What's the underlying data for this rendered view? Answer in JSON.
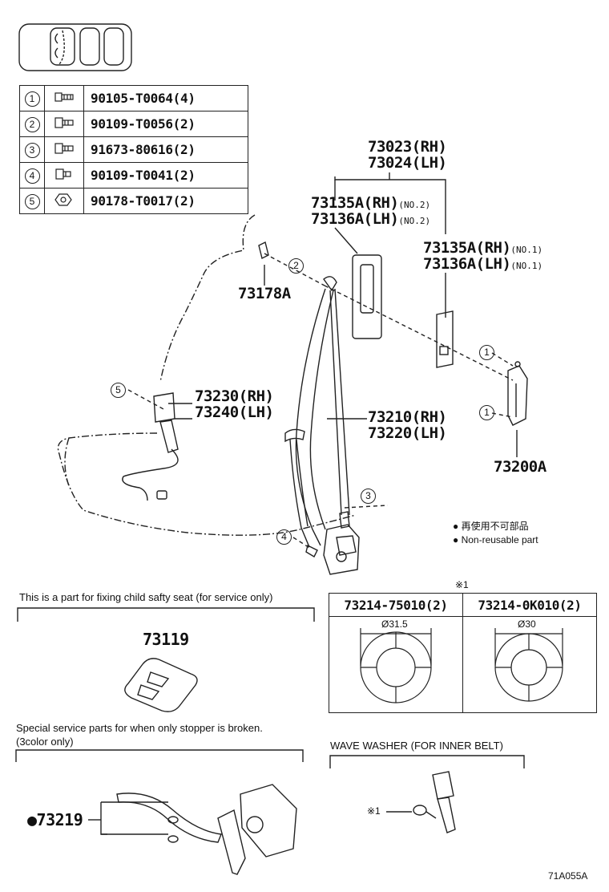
{
  "bolt_table": [
    {
      "num": "1",
      "part": "90105-T0064(4)",
      "icon": "flange-bolt-icon"
    },
    {
      "num": "2",
      "part": "90109-T0056(2)",
      "icon": "bolt-icon"
    },
    {
      "num": "3",
      "part": "91673-80616(2)",
      "icon": "bolt-icon"
    },
    {
      "num": "4",
      "part": "90109-T0041(2)",
      "icon": "short-bolt-icon"
    },
    {
      "num": "5",
      "part": "90178-T0017(2)",
      "icon": "nut-icon"
    }
  ],
  "parts": {
    "p73023": "73023(RH)",
    "p73024": "73024(LH)",
    "p73135a_no2": "73135A(RH)",
    "p73136a_no2": "73136A(LH)",
    "no2": "(NO.2)",
    "p73135a_no1": "73135A(RH)",
    "p73136a_no1": "73136A(LH)",
    "no1": "(NO.1)",
    "p73178a": "73178A",
    "p73230": "73230(RH)",
    "p73240": "73240(LH)",
    "p73210": "73210(RH)",
    "p73220": "73220(LH)",
    "p73200a": "73200A",
    "p73119": "73119",
    "p73219": "●73219"
  },
  "callouts": [
    "1",
    "1",
    "2",
    "3",
    "4",
    "5"
  ],
  "legend": {
    "jp": "● 再使用不可部品",
    "en": "● Non-reusable part"
  },
  "child_seat_note": "This is a part for fixing child safty seat (for service only)",
  "washer_table": {
    "mark": "※1",
    "headers": [
      "73214-75010(2)",
      "73214-0K010(2)"
    ],
    "dims": [
      "Ø31.5",
      "Ø30"
    ]
  },
  "stopper_note_1": "Special service parts for when only stopper is broken.",
  "stopper_note_2": "(3color only)",
  "wave_washer_title": "WAVE WASHER (FOR INNER BELT)",
  "wave_mark": "※1",
  "diagram_id": "71A055A"
}
